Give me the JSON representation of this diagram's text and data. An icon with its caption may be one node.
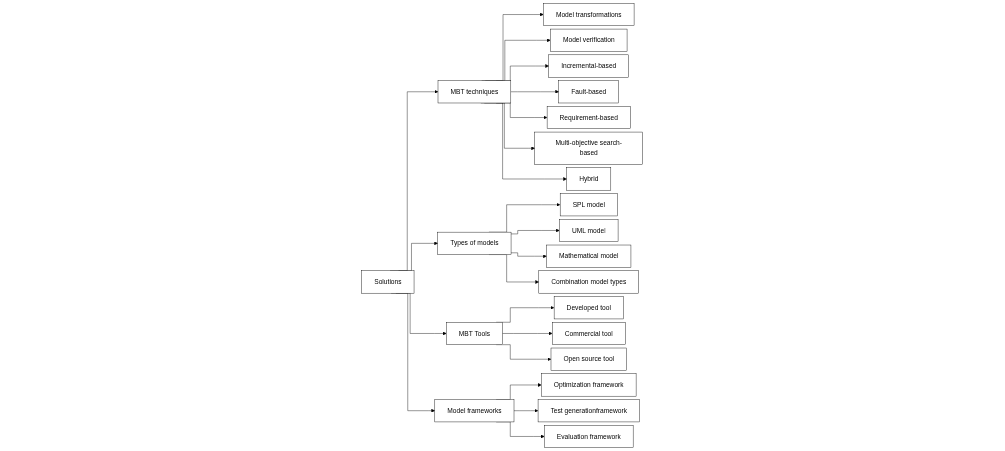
{
  "diagram": {
    "nodes": [
      {
        "text": [
          "Solutions"
        ]
      },
      {
        "text": [
          "MBT techniques"
        ]
      },
      {
        "text": [
          "Model transformations"
        ]
      },
      {
        "text": [
          "Model verification"
        ]
      },
      {
        "text": [
          "Incremental-based"
        ]
      },
      {
        "text": [
          "Fault-based"
        ]
      },
      {
        "text": [
          "Requirement-based"
        ]
      },
      {
        "text": [
          "Multi-objective search-based"
        ]
      },
      {
        "text": [
          "Hybrid"
        ]
      },
      {
        "text": [
          "Types of models"
        ]
      },
      {
        "text": [
          "SPL model"
        ]
      },
      {
        "text": [
          "UML model"
        ]
      },
      {
        "text": [
          "Mathematical model"
        ]
      },
      {
        "text": [
          "Combination model types"
        ]
      },
      {
        "text": [
          "MBT Tools"
        ]
      },
      {
        "text": [
          "Developed tool"
        ]
      },
      {
        "text": [
          "Commercial tool"
        ]
      },
      {
        "text": [
          "Open source tool"
        ]
      },
      {
        "text": [
          "Model frameworks"
        ]
      },
      {
        "text": [
          "Optimization framework"
        ]
      },
      {
        "text": [
          "Test generationframework"
        ]
      },
      {
        "text": [
          "Evaluation framework"
        ]
      }
    ],
    "edges": [
      {
        "from": 0,
        "to": 1,
        "arrow": "to"
      },
      {
        "from": 1,
        "to": 2,
        "arrow": "to"
      },
      {
        "from": 1,
        "to": 3,
        "arrow": "to"
      },
      {
        "from": 1,
        "to": 4,
        "arrow": "to"
      },
      {
        "from": 1,
        "to": 5,
        "arrow": "to"
      },
      {
        "from": 1,
        "to": 6,
        "arrow": "to"
      },
      {
        "from": 1,
        "to": 7,
        "arrow": "to"
      },
      {
        "from": 1,
        "to": 8,
        "arrow": "to"
      },
      {
        "from": 0,
        "to": 9,
        "arrow": "to"
      },
      {
        "from": 0,
        "to": 14,
        "arrow": "to"
      },
      {
        "from": 9,
        "to": 10,
        "arrow": "to"
      },
      {
        "from": 9,
        "to": 11,
        "arrow": "to"
      },
      {
        "from": 9,
        "to": 12,
        "arrow": "to"
      },
      {
        "from": 9,
        "to": 13,
        "arrow": "to"
      },
      {
        "from": 14,
        "to": 15,
        "arrow": "to"
      },
      {
        "from": 14,
        "to": 16,
        "arrow": "to"
      },
      {
        "from": 14,
        "to": 17,
        "arrow": "to"
      },
      {
        "from": 0,
        "to": 18,
        "arrow": "to"
      },
      {
        "from": 18,
        "to": 19,
        "arrow": "to"
      },
      {
        "from": 18,
        "to": 20,
        "arrow": "to"
      },
      {
        "from": 18,
        "to": 21,
        "arrow": "to"
      }
    ]
  }
}
